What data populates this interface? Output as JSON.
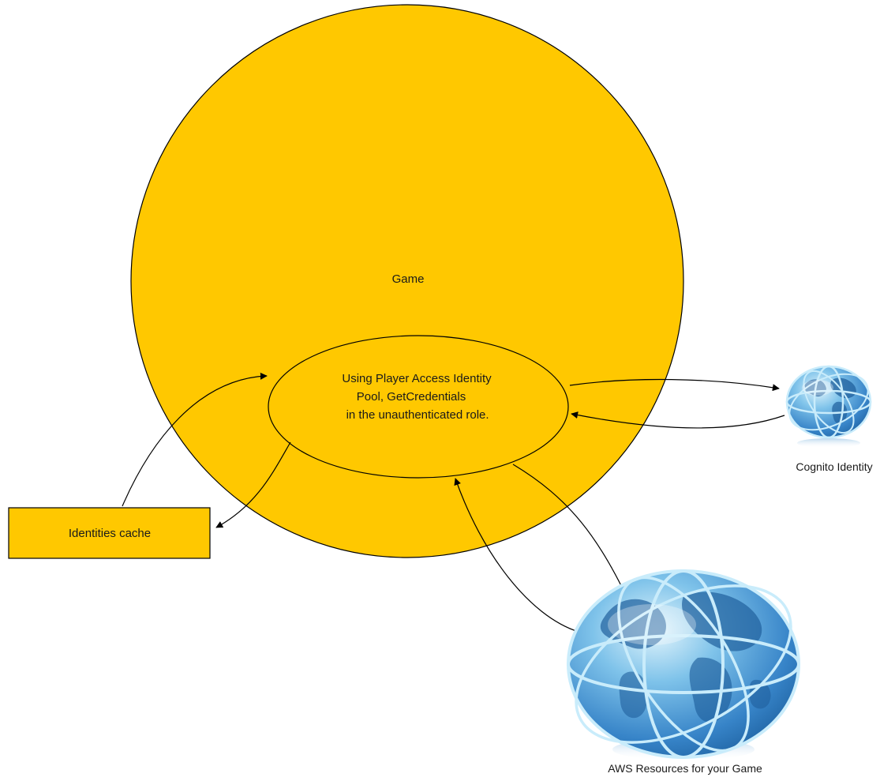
{
  "colors": {
    "node_fill": "#FFC800",
    "node_stroke": "#000000",
    "edge": "#000000",
    "globe_light": "#d9f1fb",
    "globe_mid": "#5aa9dc",
    "globe_dark": "#1c5f9e"
  },
  "nodes": {
    "game": {
      "label": "Game"
    },
    "credentials": {
      "lines": [
        "Using Player Access Identity",
        "Pool, GetCredentials",
        " in the unauthenticated role."
      ]
    },
    "cache": {
      "label": "Identities cache"
    },
    "cognito": {
      "label": "Cognito Identity",
      "icon": "globe-icon"
    },
    "aws": {
      "label": "AWS Resources for your Game",
      "icon": "globe-icon"
    }
  },
  "edges": [
    {
      "from": "cache",
      "to": "credentials"
    },
    {
      "from": "credentials",
      "to": "cache"
    },
    {
      "from": "credentials",
      "to": "cognito"
    },
    {
      "from": "cognito",
      "to": "credentials"
    },
    {
      "from": "credentials",
      "to": "aws"
    },
    {
      "from": "aws",
      "to": "credentials"
    }
  ]
}
